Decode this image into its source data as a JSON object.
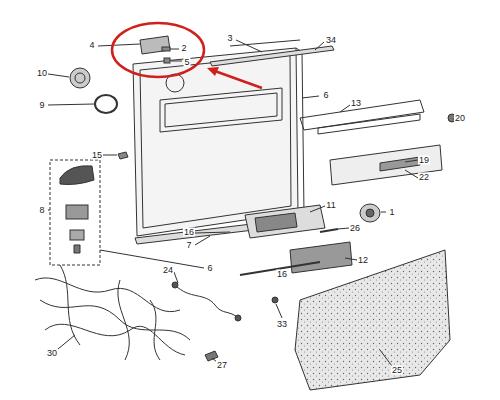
{
  "diagram": {
    "labels": [
      "4",
      "2",
      "5",
      "3",
      "34",
      "10",
      "6",
      "9",
      "13",
      "20",
      "15",
      "19",
      "22",
      "1",
      "11",
      "26",
      "8",
      "16",
      "7",
      "12",
      "6",
      "24",
      "16",
      "33",
      "30",
      "27",
      "25"
    ]
  }
}
